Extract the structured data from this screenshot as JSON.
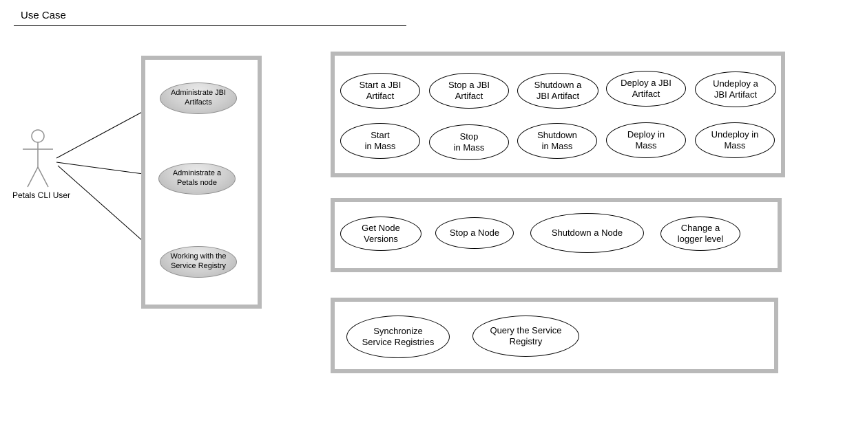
{
  "title": "Use Case",
  "actor": {
    "label": "Petals CLI User"
  },
  "groups": {
    "main": {
      "items": [
        "Administrate JBI\nArtifacts",
        "Administrate a\nPetals node",
        "Working with the\nService Registry"
      ]
    },
    "jbi": {
      "row1": [
        "Start a JBI\nArtifact",
        "Stop a JBI\nArtifact",
        "Shutdown a\nJBI Artifact",
        "Deploy a JBI\nArtifact",
        "Undeploy a\nJBI Artifact"
      ],
      "row2": [
        "Start\nin Mass",
        "Stop\nin Mass",
        "Shutdown\nin Mass",
        "Deploy in\nMass",
        "Undeploy in\nMass"
      ]
    },
    "node": {
      "items": [
        "Get Node\nVersions",
        "Stop a Node",
        "Shutdown a Node",
        "Change a\nlogger level"
      ]
    },
    "registry": {
      "items": [
        "Synchronize\nService Registries",
        "Query the Service\nRegistry"
      ]
    }
  },
  "colors": {
    "frame_border": "#b9b9b9",
    "gray_ellipse_fill": "#c9c9c9",
    "white_ellipse_fill": "#ffffff",
    "line": "#000000"
  }
}
